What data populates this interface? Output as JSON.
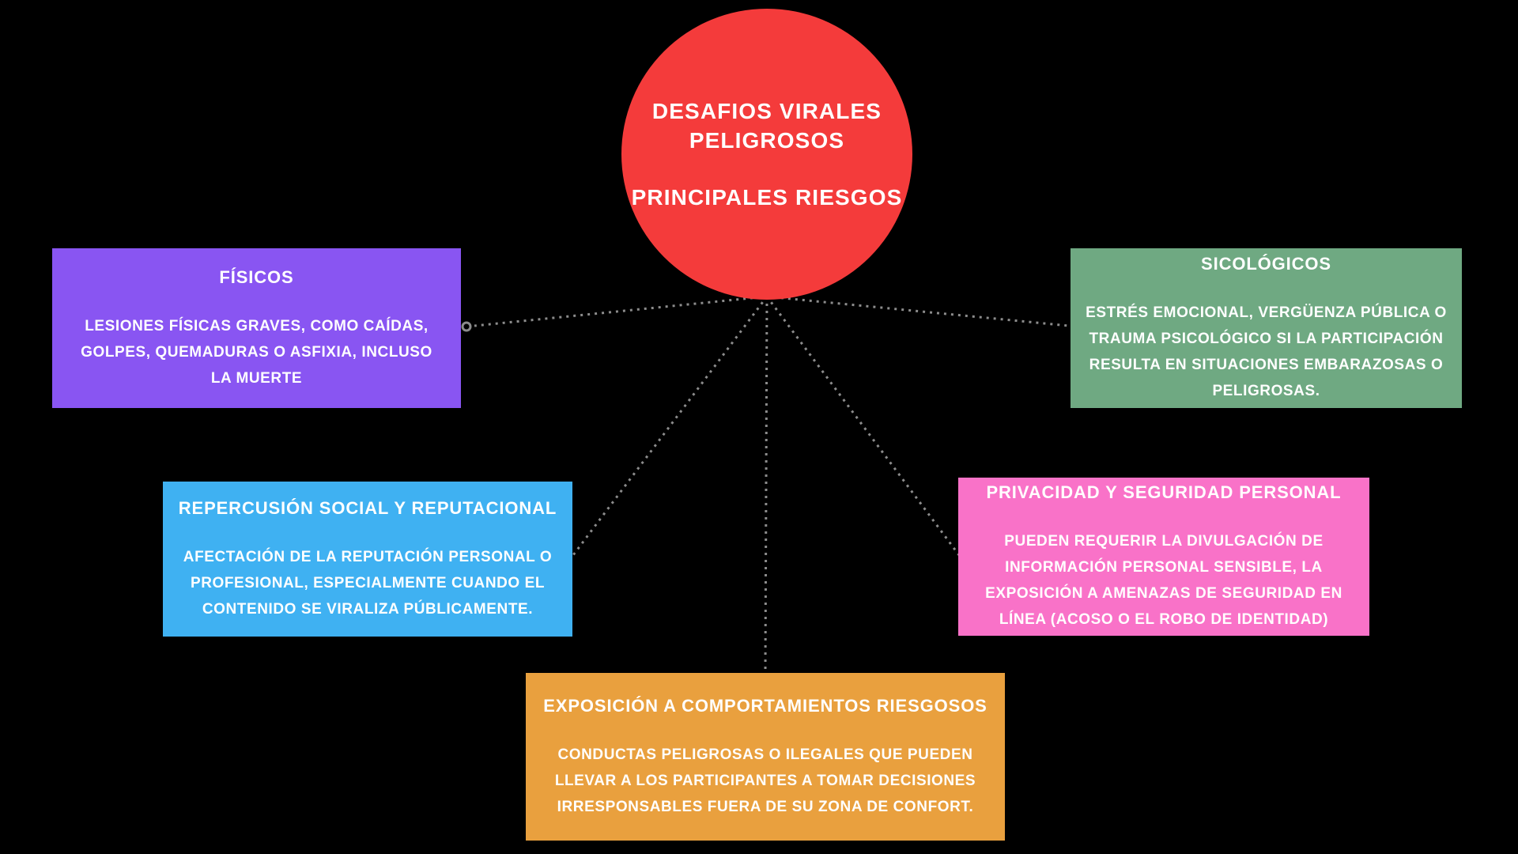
{
  "colors": {
    "background": "#000000",
    "connector": "#8C8C8C",
    "text": "#FFFFFF"
  },
  "center": {
    "title": "DESAFIOS VIRALES PELIGROSOS",
    "subtitle": "PRINCIPALES RIESGOS",
    "color": "#F43B3B"
  },
  "nodes": [
    {
      "id": "fisicos",
      "title": "FÍSICOS",
      "body": "LESIONES FÍSICAS GRAVES, COMO CAÍDAS, GOLPES, QUEMADURAS O ASFIXIA, INCLUSO LA MUERTE",
      "color": "#8955F2"
    },
    {
      "id": "sicologicos",
      "title": "SICOLÓGICOS",
      "body": "ESTRÉS EMOCIONAL, VERGÜENZA PÚBLICA O TRAUMA PSICOLÓGICO SI LA PARTICIPACIÓN RESULTA EN SITUACIONES EMBARAZOSAS O PELIGROSAS.",
      "color": "#6FA982"
    },
    {
      "id": "repercusion-social",
      "title": "REPERCUSIÓN SOCIAL Y REPUTACIONAL",
      "body": "AFECTACIÓN DE LA REPUTACIÓN PERSONAL O PROFESIONAL, ESPECIALMENTE CUANDO EL CONTENIDO SE VIRALIZA PÚBLICAMENTE.",
      "color": "#3FB1F2"
    },
    {
      "id": "privacidad-seguridad",
      "title": "PRIVACIDAD Y SEGURIDAD PERSONAL",
      "body": "PUEDEN REQUERIR LA DIVULGACIÓN DE INFORMACIÓN PERSONAL SENSIBLE, LA EXPOSICIÓN A AMENAZAS DE SEGURIDAD EN LÍNEA (ACOSO O EL ROBO DE IDENTIDAD)",
      "color": "#F972C8"
    },
    {
      "id": "exposicion-comportamientos",
      "title": "EXPOSICIÓN A COMPORTAMIENTOS RIESGOSOS",
      "body": "CONDUCTAS PELIGROSAS O ILEGALES QUE PUEDEN LLEVAR A LOS PARTICIPANTES A TOMAR DECISIONES IRRESPONSABLES FUERA DE SU ZONA DE CONFORT.",
      "color": "#E9A03E"
    }
  ]
}
